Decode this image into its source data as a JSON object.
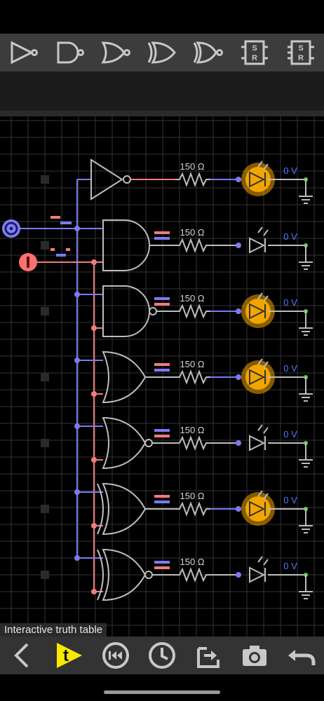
{
  "toolbar": {
    "tools": [
      {
        "id": "buffer",
        "icon": "buffer-gate-icon"
      },
      {
        "id": "nand",
        "icon": "nand-gate-icon"
      },
      {
        "id": "nor",
        "icon": "nor-gate-icon"
      },
      {
        "id": "xor",
        "icon": "xor-gate-icon"
      },
      {
        "id": "xnor",
        "icon": "xnor-gate-icon"
      },
      {
        "id": "sr-latch",
        "icon": "sr-latch-icon",
        "text_s": "S",
        "text_r": "R"
      },
      {
        "id": "sr-flipflop",
        "icon": "sr-flipflop-icon",
        "text_s": "S",
        "text_r": "R"
      }
    ]
  },
  "circuit": {
    "inputs": [
      {
        "id": "input-0",
        "value": "0",
        "color": "#8080ff"
      },
      {
        "id": "input-1",
        "value": "1",
        "color": "#ff7070"
      }
    ],
    "rows": [
      {
        "gate": "not",
        "resistor": "150 Ω",
        "voltage": "0 V",
        "led_on": true
      },
      {
        "gate": "and",
        "resistor": "150 Ω",
        "voltage": "0 V",
        "led_on": false
      },
      {
        "gate": "nand",
        "resistor": "150 Ω",
        "voltage": "0 V",
        "led_on": true
      },
      {
        "gate": "or",
        "resistor": "150 Ω",
        "voltage": "0 V",
        "led_on": true
      },
      {
        "gate": "nor",
        "resistor": "150 Ω",
        "voltage": "0 V",
        "led_on": false
      },
      {
        "gate": "xor",
        "resistor": "150 Ω",
        "voltage": "0 V",
        "led_on": true
      },
      {
        "gate": "xnor",
        "resistor": "150 Ω",
        "voltage": "0 V",
        "led_on": false
      }
    ],
    "colors": {
      "low": "#7b7bf0",
      "high": "#f07b7b",
      "wire": "#bdbdbd",
      "led_on": "#f2a500",
      "voltage": "#4d7dff",
      "grid": "#333333"
    }
  },
  "truth_table_label": "Interactive truth table",
  "bottombar": {
    "buttons": [
      {
        "id": "back",
        "icon": "chevron-left-icon"
      },
      {
        "id": "truth-table",
        "icon": "truth-table-icon",
        "text": "t"
      },
      {
        "id": "rewind",
        "icon": "rewind-icon"
      },
      {
        "id": "history",
        "icon": "clock-icon"
      },
      {
        "id": "import",
        "icon": "import-icon"
      },
      {
        "id": "camera",
        "icon": "camera-icon"
      },
      {
        "id": "undo",
        "icon": "undo-icon"
      }
    ]
  }
}
